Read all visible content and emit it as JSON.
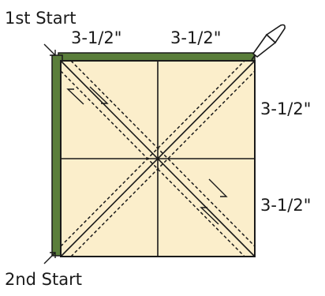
{
  "labels": {
    "first_start": "1st Start",
    "second_start": "2nd Start",
    "dim_top_left": "3-1/2\"",
    "dim_top_right": "3-1/2\"",
    "dim_right_upper": "3-1/2\"",
    "dim_right_lower": "3-1/2\""
  },
  "colors": {
    "fabric": "#fbeecb",
    "green_fabric": "#5a7e3b",
    "outline": "#1a1a1a"
  },
  "icons": [
    "pencil-icon",
    "arrow-icon"
  ]
}
